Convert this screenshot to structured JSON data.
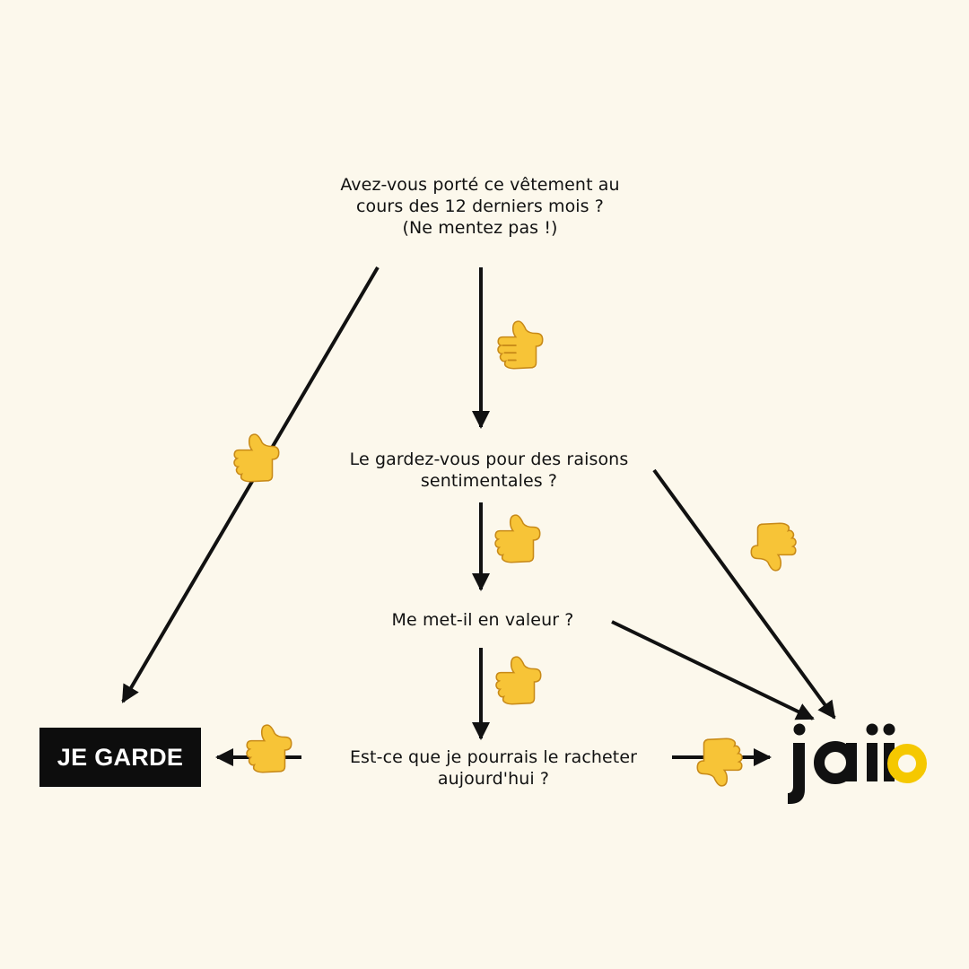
{
  "questions": {
    "q1": "Avez-vous porté ce vêtement au\ncours des 12 derniers mois ?\n(Ne mentez pas !)",
    "q2": "Le gardez-vous pour des raisons\nsentimentales ?",
    "q3": "Me met-il en valeur ?",
    "q4": "Est-ce que je pourrais le racheter\naujourd'hui ?"
  },
  "outcomes": {
    "keep": "JE GARDE",
    "brand_logo": "jaiio"
  },
  "colors": {
    "background": "#fcf8ec",
    "brand_yellow": "#f5c800",
    "thumb_skin": "#f7c437",
    "ink": "#111111"
  },
  "icons": [
    "thumbs-up-icon",
    "thumbs-down-icon"
  ]
}
